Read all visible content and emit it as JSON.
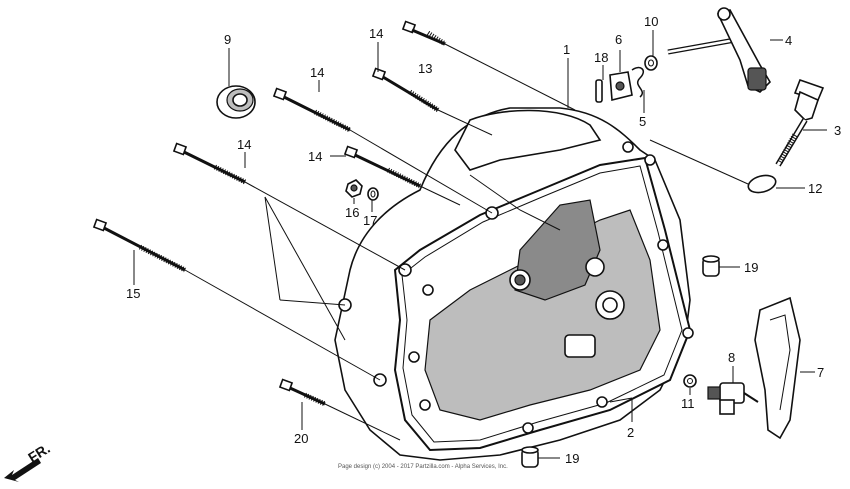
{
  "parts": [
    {
      "id": "1",
      "name": "callout-1"
    },
    {
      "id": "2",
      "name": "callout-2"
    },
    {
      "id": "3",
      "name": "callout-3"
    },
    {
      "id": "4",
      "name": "callout-4"
    },
    {
      "id": "5",
      "name": "callout-5"
    },
    {
      "id": "6",
      "name": "callout-6"
    },
    {
      "id": "7",
      "name": "callout-7"
    },
    {
      "id": "8",
      "name": "callout-8"
    },
    {
      "id": "9",
      "name": "callout-9"
    },
    {
      "id": "10",
      "name": "callout-10"
    },
    {
      "id": "11",
      "name": "callout-11"
    },
    {
      "id": "12",
      "name": "callout-12"
    },
    {
      "id": "13",
      "name": "callout-13"
    },
    {
      "id": "14a",
      "label": "14"
    },
    {
      "id": "14b",
      "label": "14"
    },
    {
      "id": "14c",
      "label": "14"
    },
    {
      "id": "14d",
      "label": "14"
    },
    {
      "id": "15",
      "name": "callout-15"
    },
    {
      "id": "16",
      "name": "callout-16"
    },
    {
      "id": "17",
      "name": "callout-17"
    },
    {
      "id": "18",
      "name": "callout-18"
    },
    {
      "id": "19a",
      "label": "19"
    },
    {
      "id": "19b",
      "label": "19"
    },
    {
      "id": "20",
      "name": "callout-20"
    }
  ],
  "labels": {
    "c1": "1",
    "c2": "2",
    "c3": "3",
    "c4": "4",
    "c5": "5",
    "c6": "6",
    "c7": "7",
    "c8": "8",
    "c9": "9",
    "c10": "10",
    "c11": "11",
    "c12": "12",
    "c13": "13",
    "c14a": "14",
    "c14b": "14",
    "c14c": "14",
    "c14d": "14",
    "c15": "15",
    "c16": "16",
    "c17": "17",
    "c18": "18",
    "c19a": "19",
    "c19b": "19",
    "c20": "20"
  },
  "direction_marker": "FR.",
  "copyright": "Page design (c) 2004 - 2017 Partzilla.com - Alpha Services, Inc."
}
